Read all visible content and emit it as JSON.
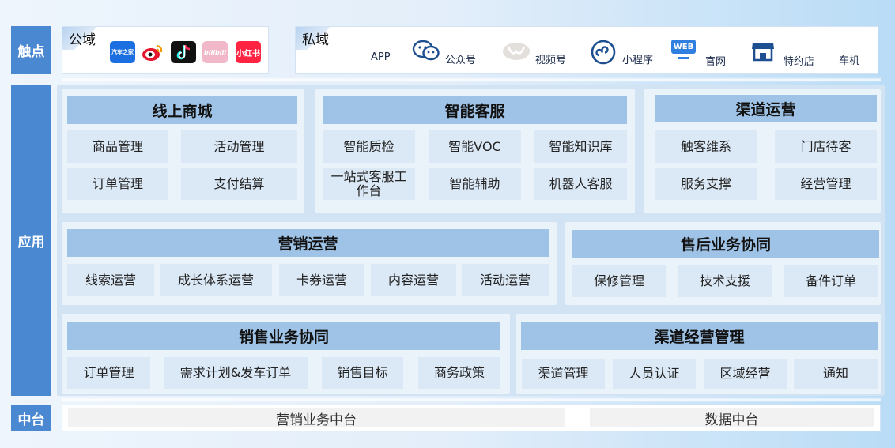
{
  "sides": {
    "touch": "触点",
    "app": "应用",
    "mid": "中台"
  },
  "public_zone": {
    "title": "公域",
    "icons": [
      {
        "name": "autohome-icon",
        "text": "汽车之家",
        "color": "#1b6fe0"
      },
      {
        "name": "weibo-icon",
        "text": "",
        "color": "#e6162d"
      },
      {
        "name": "douyin-icon",
        "text": "",
        "color": "#111111"
      },
      {
        "name": "bilibili-icon",
        "text": "bilibili",
        "color": "#f0b8c8"
      },
      {
        "name": "xiaohongshu-icon",
        "text": "小红书",
        "color": "#ff2442"
      }
    ]
  },
  "private_zone": {
    "title": "私域",
    "items": [
      {
        "label": "APP",
        "icon": ""
      },
      {
        "label": "公众号",
        "icon": "wechat-icon"
      },
      {
        "label": "视频号",
        "icon": "channels-icon"
      },
      {
        "label": "小程序",
        "icon": "miniprogram-icon"
      },
      {
        "label": "官网",
        "icon": "web-icon"
      },
      {
        "label": "特约店",
        "icon": "store-icon"
      },
      {
        "label": "车机",
        "icon": ""
      }
    ],
    "web_icon_text": "WEB"
  },
  "panels": {
    "mall": {
      "title": "线上商城",
      "cells": [
        "商品管理",
        "活动管理",
        "订单管理",
        "支付结算"
      ]
    },
    "service": {
      "title": "智能客服",
      "cells": [
        "智能质检",
        "智能VOC",
        "智能知识库",
        "一站式客服工作台",
        "智能辅助",
        "机器人客服"
      ]
    },
    "channel_ops": {
      "title": "渠道运营",
      "cells": [
        "触客维系",
        "门店待客",
        "服务支撑",
        "经营管理"
      ]
    },
    "marketing": {
      "title": "营销运营",
      "cells": [
        "线索运营",
        "成长体系运营",
        "卡券运营",
        "内容运营",
        "活动运营"
      ]
    },
    "aftersales": {
      "title": "售后业务协同",
      "cells": [
        "保修管理",
        "技术支援",
        "备件订单"
      ]
    },
    "sales": {
      "title": "销售业务协同",
      "cells": [
        "订单管理",
        "需求计划&发车订单",
        "销售目标",
        "商务政策"
      ]
    },
    "channel_mgmt": {
      "title": "渠道经营管理",
      "cells": [
        "渠道管理",
        "人员认证",
        "区域经营",
        "通知"
      ]
    }
  },
  "platforms": {
    "marketing": "营销业务中台",
    "data": "数据中台"
  },
  "colors": {
    "side": "#4a88d2",
    "panel_head": "#9fc3e6",
    "cell": "#dbe8f5"
  }
}
